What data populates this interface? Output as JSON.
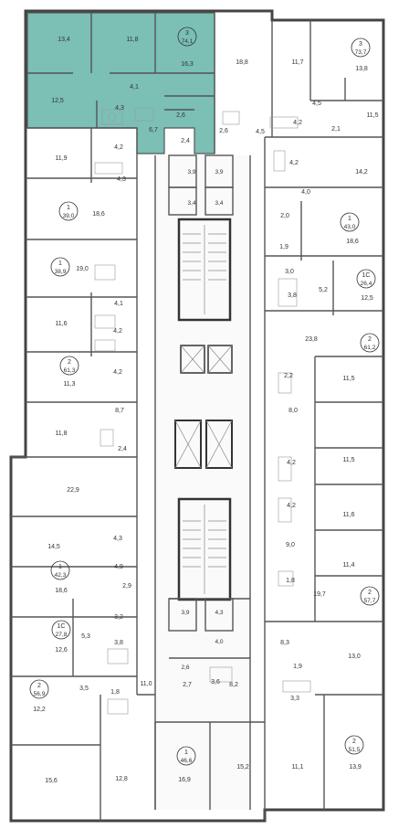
{
  "colors": {
    "highlight": "#7bbfb5",
    "wall": "#555555",
    "background": "#ffffff",
    "fixture": "#999999"
  },
  "highlighted_apartment": {
    "rooms": "3",
    "total": "74,1"
  },
  "apartment_badges": [
    {
      "rooms": "3",
      "total": "74,1"
    },
    {
      "rooms": "3",
      "total": "73,7"
    },
    {
      "rooms": "1",
      "total": "39,0"
    },
    {
      "rooms": "1",
      "total": "43,0"
    },
    {
      "rooms": "1",
      "total": "38,9"
    },
    {
      "rooms": "1С",
      "total": "26,4"
    },
    {
      "rooms": "2",
      "total": "61,2"
    },
    {
      "rooms": "2",
      "total": "61,3"
    },
    {
      "rooms": "1",
      "total": "42,3"
    },
    {
      "rooms": "2",
      "total": "57,7"
    },
    {
      "rooms": "1С",
      "total": "27,8"
    },
    {
      "rooms": "2",
      "total": "56,9"
    },
    {
      "rooms": "1",
      "total": "46,6"
    },
    {
      "rooms": "2",
      "total": "51,5"
    }
  ],
  "room_labels": [
    "13,4",
    "11,8",
    "16,3",
    "12,5",
    "4,1",
    "4,3",
    "6,7",
    "2,6",
    "2,4",
    "18,8",
    "2,6",
    "4,5",
    "11,7",
    "13,8",
    "4,5",
    "2,1",
    "11,5",
    "4,2",
    "11,9",
    "4,2",
    "4,3",
    "18,6",
    "3,9",
    "3,9",
    "3,4",
    "3,4",
    "4,2",
    "14,2",
    "4,0",
    "2,0",
    "18,6",
    "1,9",
    "19,0",
    "3,0",
    "5,2",
    "3,8",
    "12,5",
    "4,1",
    "11,6",
    "4,2",
    "4,2",
    "11,3",
    "23,8",
    "2,2",
    "8,7",
    "8,0",
    "11,5",
    "11,8",
    "2,4",
    "11,5",
    "4,2",
    "22,9",
    "4,2",
    "11,6",
    "14,5",
    "4,3",
    "9,0",
    "4,9",
    "11,4",
    "18,6",
    "1,8",
    "2,9",
    "19,7",
    "3,2",
    "3,9",
    "4,3",
    "4,0",
    "12,6",
    "5,3",
    "3,8",
    "8,3",
    "13,0",
    "2,6",
    "3,6",
    "1,9",
    "3,5",
    "1,8",
    "11,0",
    "2,7",
    "8,2",
    "3,3",
    "12,2",
    "13,9",
    "15,6",
    "12,8",
    "16,9",
    "15,2",
    "11,1"
  ]
}
